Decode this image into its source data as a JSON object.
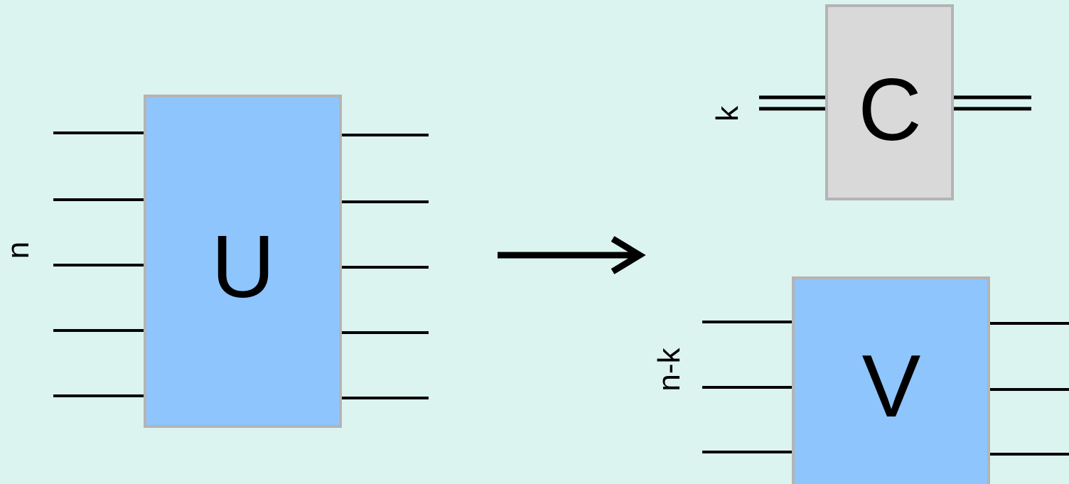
{
  "colors": {
    "background": "#dcf4f0",
    "unitary_fill": "#8ec5fc",
    "classical_fill": "#d9d9d9",
    "box_border": "#b4b4b4",
    "wire": "#000000"
  },
  "gate_u": {
    "label": "U",
    "wire_label": "n"
  },
  "gate_c": {
    "label": "C",
    "wire_label": "k"
  },
  "gate_v": {
    "label": "V",
    "wire_label": "n-k"
  },
  "arrow": {
    "direction": "right"
  }
}
